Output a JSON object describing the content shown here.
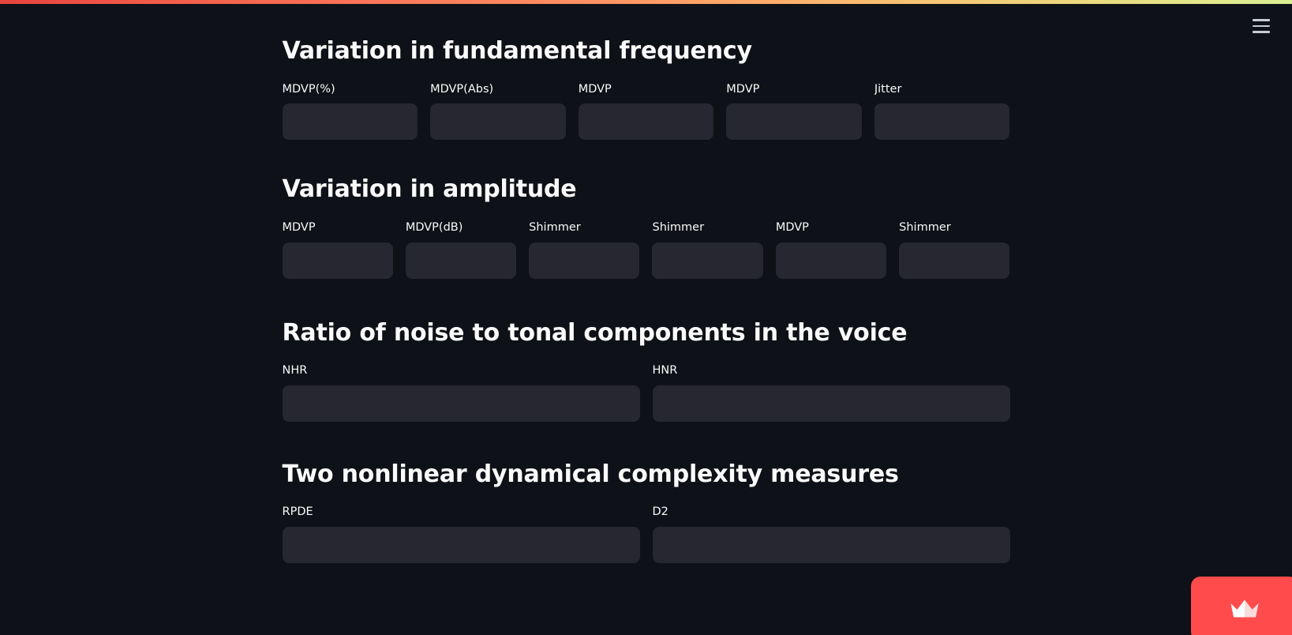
{
  "app": {
    "theme_background": "#0e1117",
    "widget_background": "#262730",
    "accent_color": "#ff4b4b",
    "text_color": "#fafafa"
  },
  "top_bar": {
    "name": "gradient-bar",
    "gradient_from": "#e8433f",
    "gradient_mid": "#fcae6c",
    "gradient_to": "#daee93"
  },
  "header": {
    "menu_label": "Main menu"
  },
  "sections": [
    {
      "title": "Variation in fundamental frequency",
      "fields": [
        {
          "label": "MDVP(%)",
          "value": "",
          "placeholder": ""
        },
        {
          "label": "MDVP(Abs)",
          "value": "",
          "placeholder": ""
        },
        {
          "label": "MDVP",
          "value": "",
          "placeholder": ""
        },
        {
          "label": "MDVP",
          "value": "",
          "placeholder": ""
        },
        {
          "label": "Jitter",
          "value": "",
          "placeholder": ""
        }
      ]
    },
    {
      "title": "Variation in amplitude",
      "fields": [
        {
          "label": "MDVP",
          "value": "",
          "placeholder": ""
        },
        {
          "label": "MDVP(dB)",
          "value": "",
          "placeholder": ""
        },
        {
          "label": "Shimmer",
          "value": "",
          "placeholder": ""
        },
        {
          "label": "Shimmer",
          "value": "",
          "placeholder": ""
        },
        {
          "label": "MDVP",
          "value": "",
          "placeholder": ""
        },
        {
          "label": "Shimmer",
          "value": "",
          "placeholder": ""
        }
      ]
    },
    {
      "title": "Ratio of noise to tonal components in the voice",
      "fields": [
        {
          "label": "NHR",
          "value": "",
          "placeholder": ""
        },
        {
          "label": "HNR",
          "value": "",
          "placeholder": ""
        }
      ]
    },
    {
      "title": "Two nonlinear dynamical complexity measures",
      "fields": [
        {
          "label": "RPDE",
          "value": "",
          "placeholder": ""
        },
        {
          "label": "D2",
          "value": "",
          "placeholder": ""
        }
      ]
    }
  ],
  "badge": {
    "icon": "crown-icon",
    "color": "#ff4b4b"
  }
}
